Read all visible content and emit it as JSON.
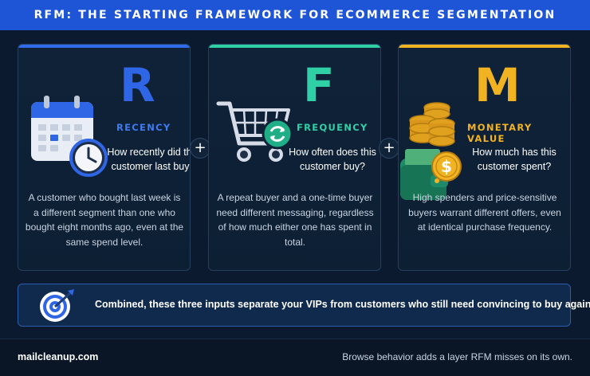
{
  "banner": {
    "title": "RFM: THE STARTING FRAMEWORK FOR ECOMMERCE SEGMENTATION"
  },
  "colors": {
    "banner": "#1e54d6",
    "recency": "#2f66e5",
    "frequency": "#2fd0a6",
    "monetary": "#f2b322",
    "background": "#0b1a2e"
  },
  "cards": [
    {
      "letter": "R",
      "label": "RECENCY",
      "icon": "calendar-clock-icon",
      "question": "How recently did this customer last buy?",
      "description": "A customer who bought last week is a different segment than one who bought eight months ago, even at the same spend level."
    },
    {
      "letter": "F",
      "label": "FREQUENCY",
      "icon": "shopping-cart-repeat-icon",
      "question": "How often does this customer buy?",
      "description": "A repeat buyer and a one-time buyer need different messaging, regardless of how much either one has spent in total."
    },
    {
      "letter": "M",
      "label": "MONETARY VALUE",
      "icon": "coins-wallet-icon",
      "question": "How much has this customer spent?",
      "description": "High spenders and price-sensitive buyers warrant different offers, even at identical purchase frequency."
    }
  ],
  "operators": [
    "+",
    "+"
  ],
  "summary": {
    "icon": "target-icon",
    "text": "Combined, these three inputs separate your VIPs from customers who still need convincing to buy again."
  },
  "footer": {
    "site": "mailcleanup.com",
    "note": "Browse behavior adds a layer RFM misses on its own."
  }
}
